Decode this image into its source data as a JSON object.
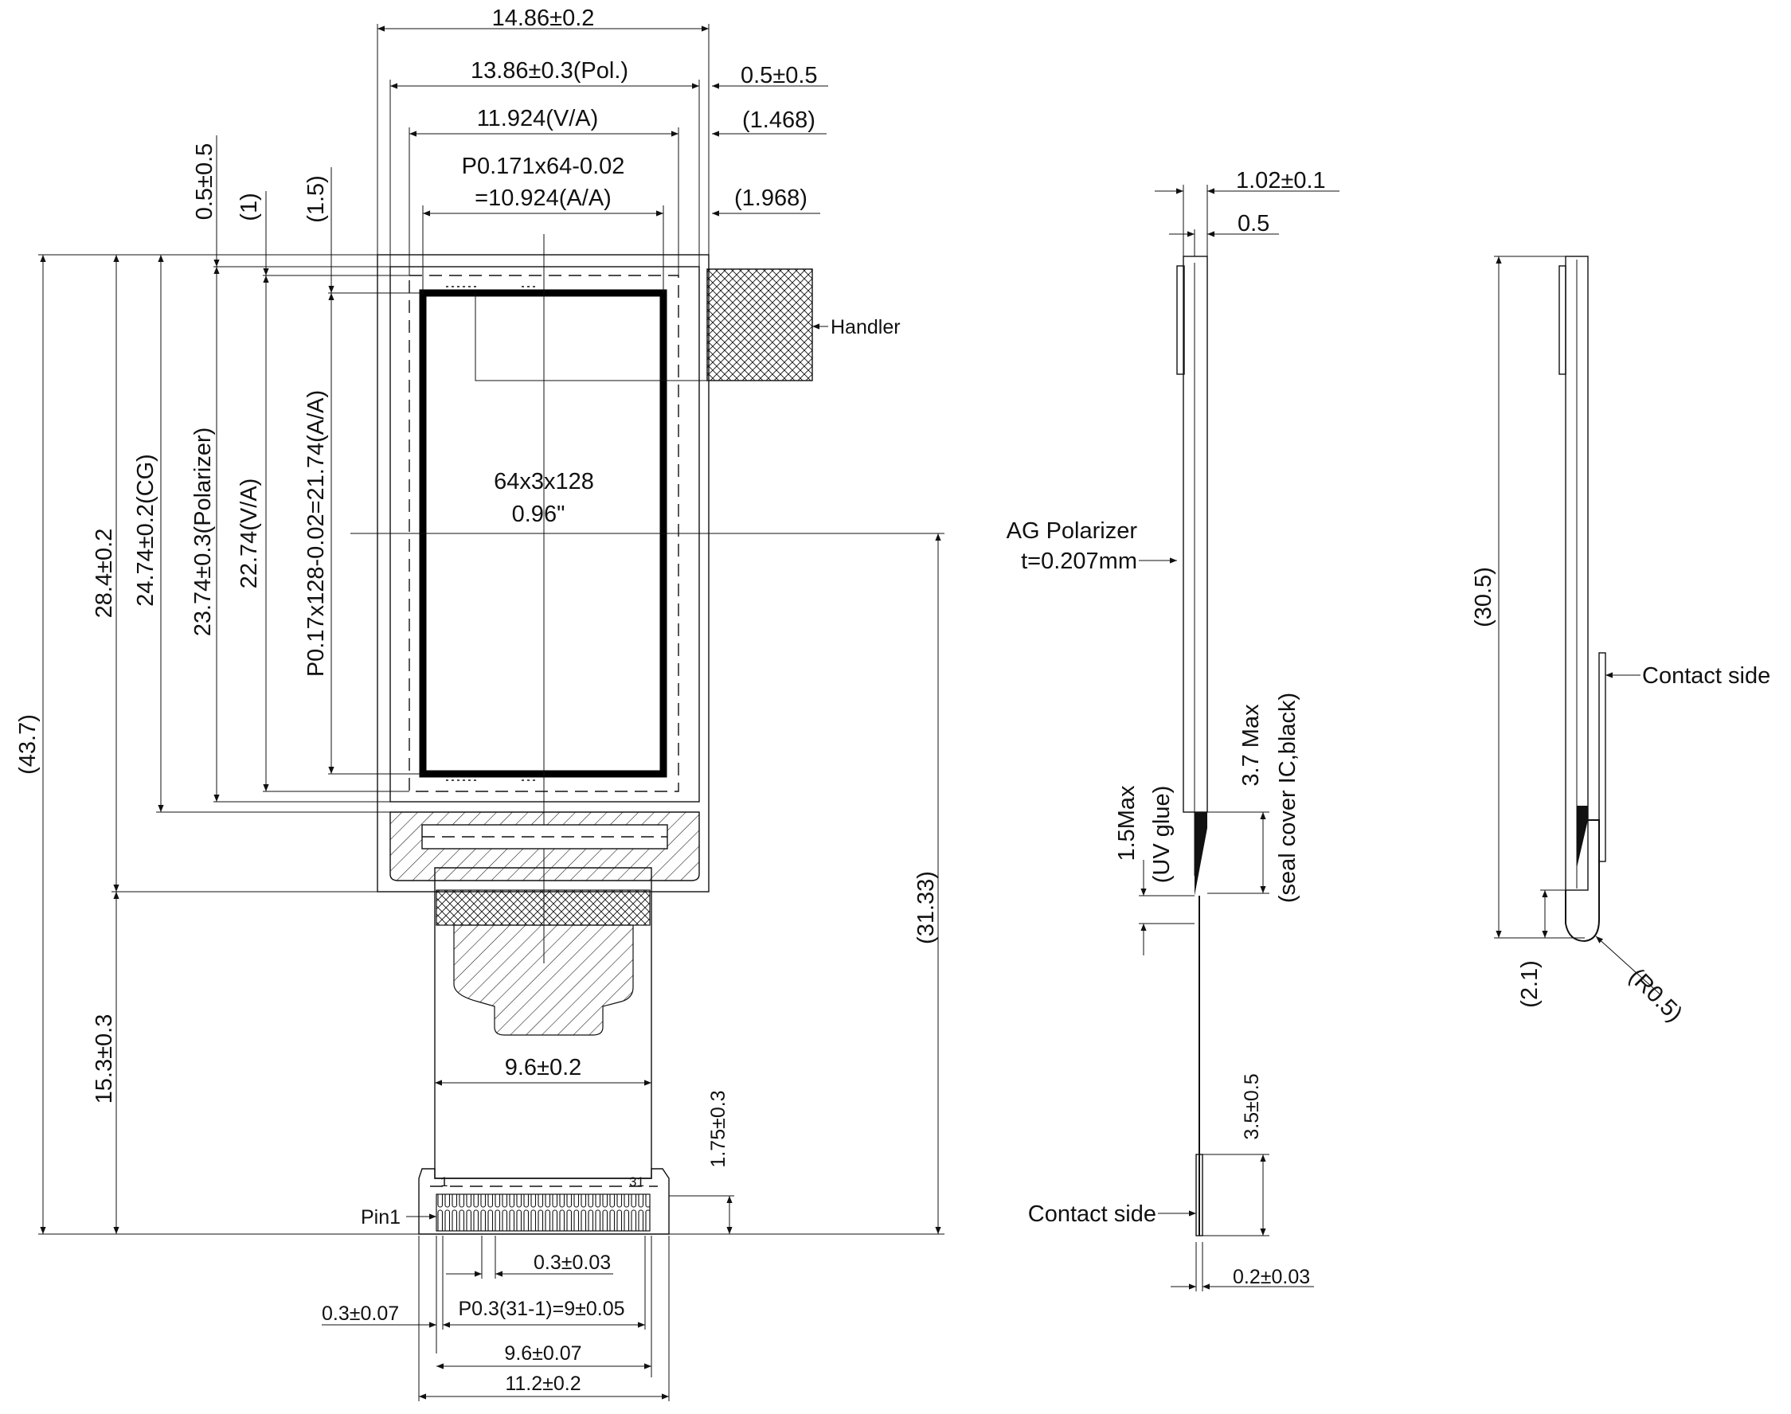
{
  "front_view": {
    "dims_top": {
      "cg_width": "14.86±0.2",
      "pol_width": "13.86±0.3(Pol.)",
      "pol_offset": "0.5±0.5",
      "va_width": "11.924(V/A)",
      "va_offset": "(1.468)",
      "aa_width_line1": "P0.171x64-0.02",
      "aa_width_line2": "=10.924(A/A)",
      "aa_offset": "(1.968)"
    },
    "dims_left": {
      "top_offset_1": "0.5±0.5",
      "top_offset_2": "(1)",
      "top_offset_3": "(1.5)",
      "overall_height": "(43.7)",
      "panel_height": "28.4±0.2",
      "cg_height": "24.74±0.2(CG)",
      "pol_height": "23.74±0.3(Polarizer)",
      "va_height": "22.74(V/A)",
      "aa_height": "P0.17x128-0.02=21.74(A/A)",
      "fpc_length": "15.3±0.3"
    },
    "dims_right": {
      "center_to_end": "(31.33)",
      "stiffener": "1.75±0.3"
    },
    "center_text_line1": "64x3x128",
    "center_text_line2": "0.96\"",
    "handler_label": "Handler",
    "fpc": {
      "width": "9.6±0.2",
      "pin_first": "1",
      "pin_last": "31",
      "pin1_label": "Pin1",
      "pin_width": "0.3±0.03",
      "pin_edge": "0.3±0.07",
      "pin_pitch": "P0.3(31-1)=9±0.05",
      "tail_width": "9.6±0.07",
      "stiffener_width": "11.2±0.2"
    }
  },
  "side_view": {
    "thickness": "1.02±0.1",
    "glass": "0.5",
    "polarizer_line1": "AG Polarizer",
    "polarizer_line2": "t=0.207mm",
    "uv_glue_line1": "1.5Max",
    "uv_glue_line2": "(UV glue)",
    "ic_cover_line1": "3.7 Max",
    "ic_cover_line2": "(seal cover IC,black)",
    "stiffener_len": "3.5±0.5",
    "contact_label": "Contact side",
    "fpc_thickness": "0.2±0.03"
  },
  "bent_view": {
    "height": "(30.5)",
    "contact_label": "Contact side",
    "gap": "(2.1)",
    "radius": "(R0.5)"
  }
}
